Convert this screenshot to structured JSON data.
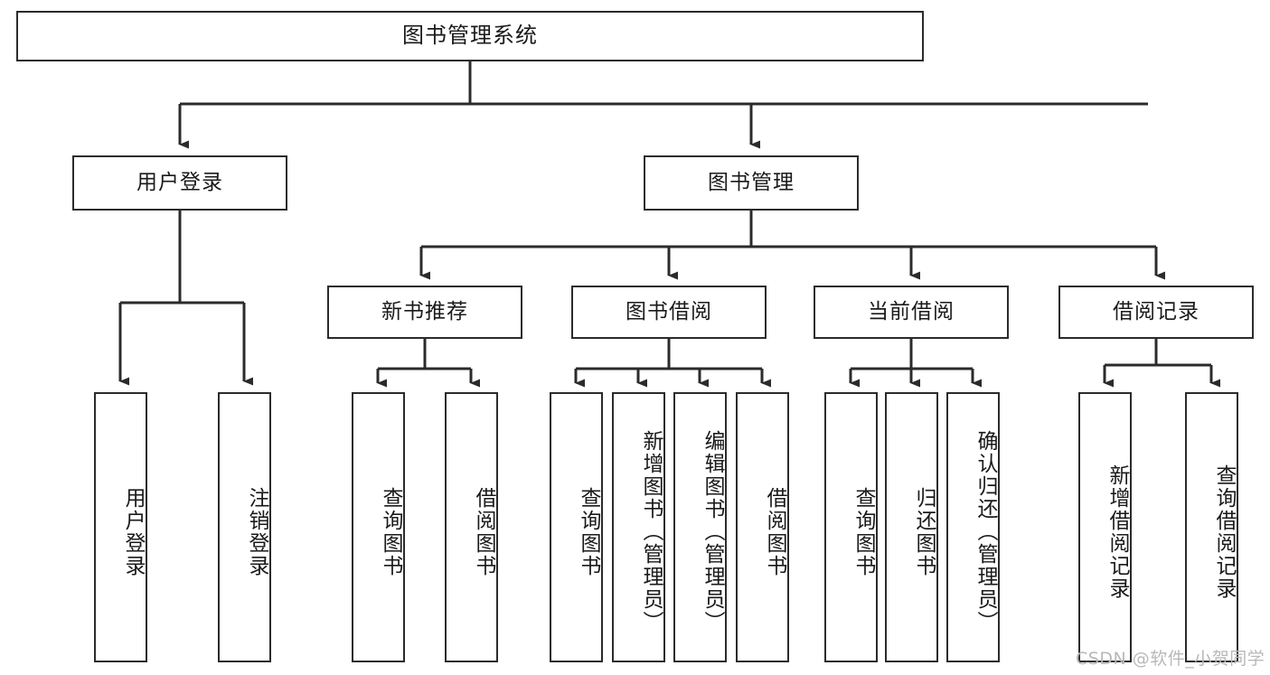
{
  "diagram": {
    "type": "tree",
    "title": "图书管理系统",
    "watermark": "CSDN @软件_小贺同学",
    "colors": {
      "node_border": "#2b2b2b",
      "node_fill": "#ffffff",
      "edge": "#333333",
      "text": "#1a1a1a",
      "watermark": "#b8b8b8",
      "background": "#ffffff"
    },
    "nodes": {
      "root": {
        "label": "图书管理系统",
        "level": 0
      },
      "user_login": {
        "label": "用户登录",
        "level": 1
      },
      "book_manage": {
        "label": "图书管理",
        "level": 1
      },
      "new_book_rec": {
        "label": "新书推荐",
        "level": 2
      },
      "book_borrow": {
        "label": "图书借阅",
        "level": 2
      },
      "current_borrow": {
        "label": "当前借阅",
        "level": 2
      },
      "borrow_record": {
        "label": "借阅记录",
        "level": 2
      },
      "leaf_user_login": {
        "label": "用户登录",
        "level": 3
      },
      "leaf_logout": {
        "label": "注销登录",
        "level": 3
      },
      "leaf_query_book_1": {
        "label": "查询图书",
        "level": 3
      },
      "leaf_borrow_book_1": {
        "label": "借阅图书",
        "level": 3
      },
      "leaf_query_book_2": {
        "label": "查询图书",
        "level": 3
      },
      "leaf_add_book": {
        "label": "新增图书（管理员）",
        "level": 3
      },
      "leaf_edit_book": {
        "label": "编辑图书（管理员）",
        "level": 3
      },
      "leaf_borrow_book_2": {
        "label": "借阅图书",
        "level": 3
      },
      "leaf_query_book_3": {
        "label": "查询图书",
        "level": 3
      },
      "leaf_return_book": {
        "label": "归还图书",
        "level": 3
      },
      "leaf_confirm_return": {
        "label": "确认归还（管理员）",
        "level": 3
      },
      "leaf_add_record": {
        "label": "新增借阅记录",
        "level": 3
      },
      "leaf_query_record": {
        "label": "查询借阅记录",
        "level": 3
      }
    },
    "edges": [
      {
        "from": "root",
        "to": "user_login"
      },
      {
        "from": "root",
        "to": "book_manage"
      },
      {
        "from": "user_login",
        "to": "leaf_user_login"
      },
      {
        "from": "user_login",
        "to": "leaf_logout"
      },
      {
        "from": "book_manage",
        "to": "new_book_rec"
      },
      {
        "from": "book_manage",
        "to": "book_borrow"
      },
      {
        "from": "book_manage",
        "to": "current_borrow"
      },
      {
        "from": "book_manage",
        "to": "borrow_record"
      },
      {
        "from": "new_book_rec",
        "to": "leaf_query_book_1"
      },
      {
        "from": "new_book_rec",
        "to": "leaf_borrow_book_1"
      },
      {
        "from": "book_borrow",
        "to": "leaf_query_book_2"
      },
      {
        "from": "book_borrow",
        "to": "leaf_add_book"
      },
      {
        "from": "book_borrow",
        "to": "leaf_edit_book"
      },
      {
        "from": "book_borrow",
        "to": "leaf_borrow_book_2"
      },
      {
        "from": "current_borrow",
        "to": "leaf_query_book_3"
      },
      {
        "from": "current_borrow",
        "to": "leaf_return_book"
      },
      {
        "from": "current_borrow",
        "to": "leaf_confirm_return"
      },
      {
        "from": "borrow_record",
        "to": "leaf_add_record"
      },
      {
        "from": "borrow_record",
        "to": "leaf_query_record"
      }
    ]
  }
}
